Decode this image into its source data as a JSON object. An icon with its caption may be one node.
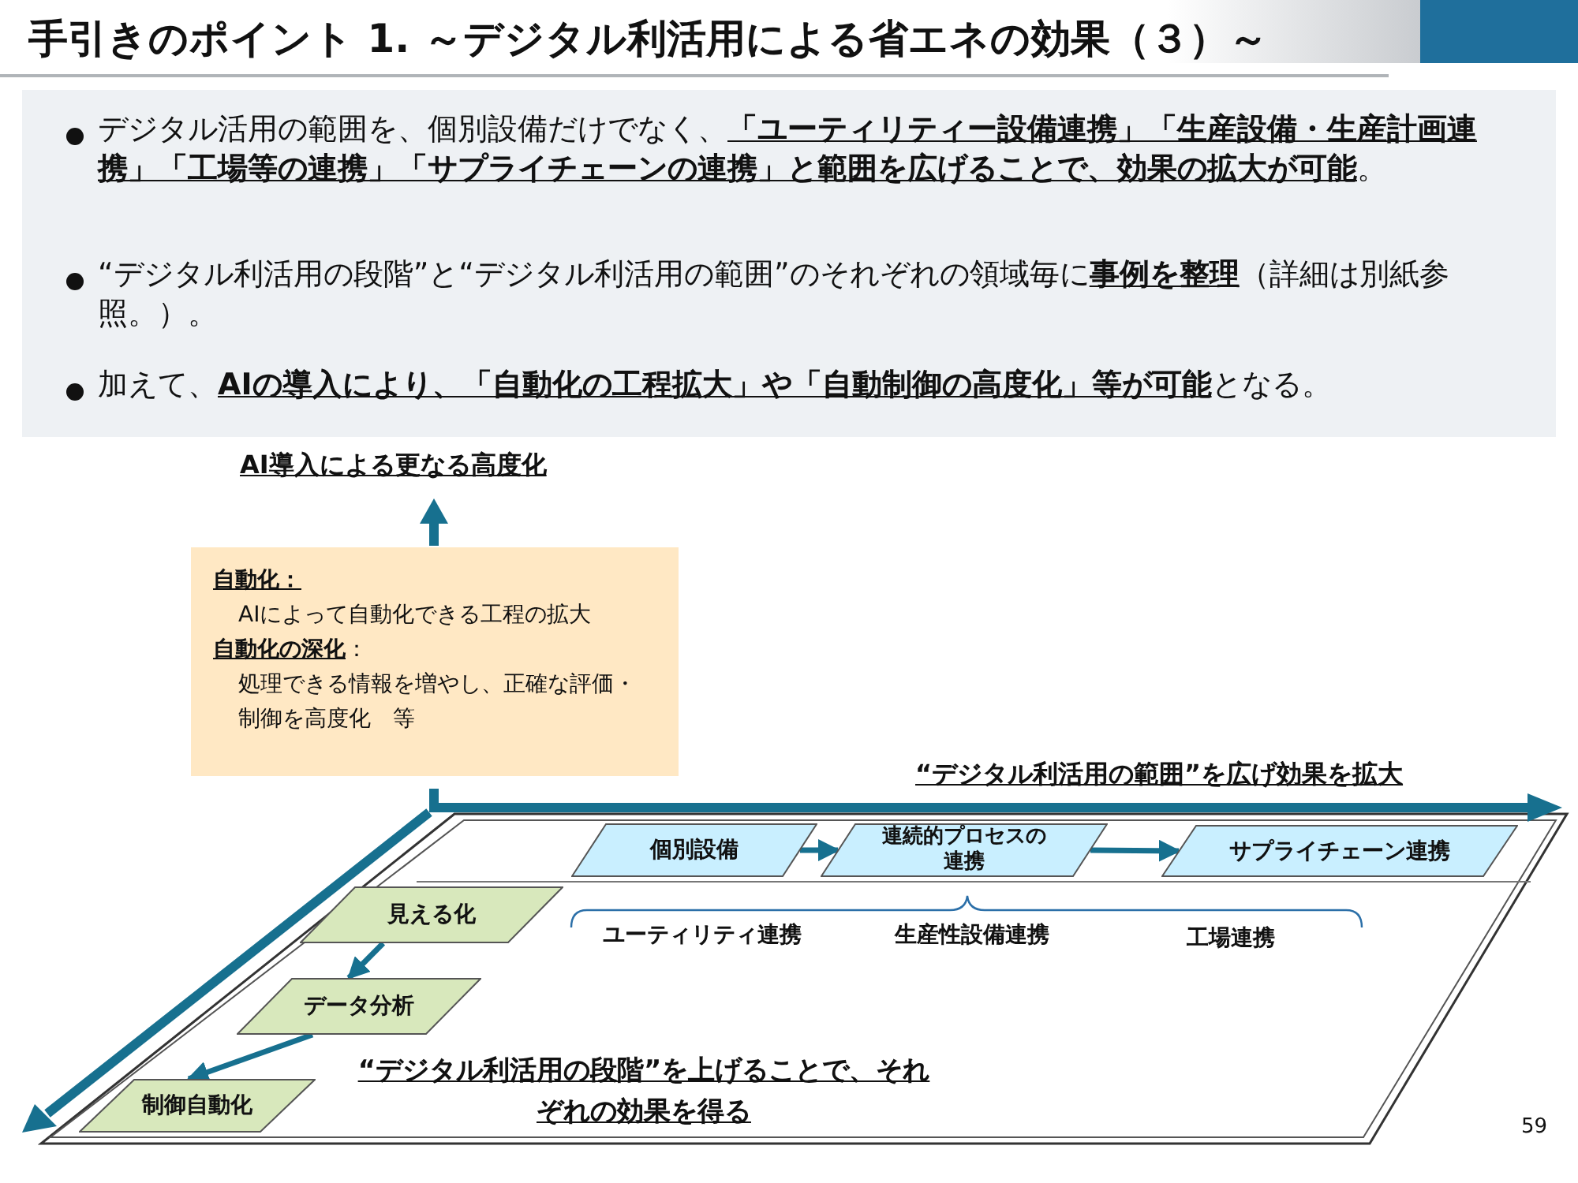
{
  "diagram": {
    "title": "手引きのポイント 1. ～デジタル利活用による省エネの効果（３）～",
    "nodes": [
      {
        "text": [
          "自動化：",
          "AIによって自動化できる工程の拡大",
          "**自動化の深化**：",
          "処理できる情報を増やし、正確な評価・制御を高度化　等"
        ]
      },
      {
        "text": [
          "個別設備"
        ]
      },
      {
        "text": [
          "連続的プロセスの連携"
        ]
      },
      {
        "text": [
          "サプライチェーン連携"
        ]
      },
      {
        "text": [
          "見える化"
        ]
      },
      {
        "text": [
          "データ分析"
        ]
      },
      {
        "text": [
          "制御自動化"
        ]
      }
    ],
    "edges": [
      {
        "from": 1,
        "to": 2,
        "arrow": "to"
      },
      {
        "from": 2,
        "to": 3,
        "arrow": "to"
      },
      {
        "from": 4,
        "to": 5,
        "arrow": "to"
      },
      {
        "from": 5,
        "to": 6,
        "arrow": "to"
      }
    ],
    "labels": [
      "デジタル活用の範囲を、個別設備だけでなく、**「ユーティリティー設備連携」「生産設備・生産計画連携」「工場等の連携」「サプライチェーンの連携」と範囲を広げることで、効果の拡大が可能**。",
      "“デジタル利活用の段階”と“デジタル利活用の範囲”のそれぞれの領域毎に**事例を整理**（詳細は別紙参照。）。",
      "加えて、**AIの導入により、「自動化の工程拡大」や「自動制御の高度化」等が可能**となる。",
      "AI導入による更なる高度化",
      "“デジタル利活用の範囲”を広げ効果を拡大",
      "ユーティリティ連携",
      "生産性設備連携",
      "工場連携",
      "“デジタル利活用の段階”を上げることで、それぞれの効果を得る",
      "59"
    ]
  }
}
